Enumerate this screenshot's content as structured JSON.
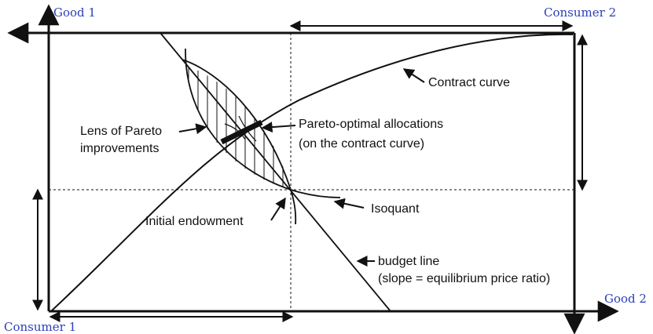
{
  "axis_labels": {
    "good1": "Good 1",
    "good2": "Good 2",
    "consumer1": "Consumer 1",
    "consumer2": "Consumer 2"
  },
  "annotations": {
    "contract_curve": "Contract curve",
    "lens_line1": "Lens of Pareto",
    "lens_line2": "improvements",
    "pareto_line1": "Pareto-optimal allocations",
    "pareto_line2": "(on the contract curve)",
    "initial_endowment": "Initial endowment",
    "isoquant": "Isoquant",
    "budget_line1": "budget line",
    "budget_line2": "(slope = equilibrium price ratio)"
  },
  "colors": {
    "axis_label": "#2a3fb8",
    "ink": "#111111"
  }
}
